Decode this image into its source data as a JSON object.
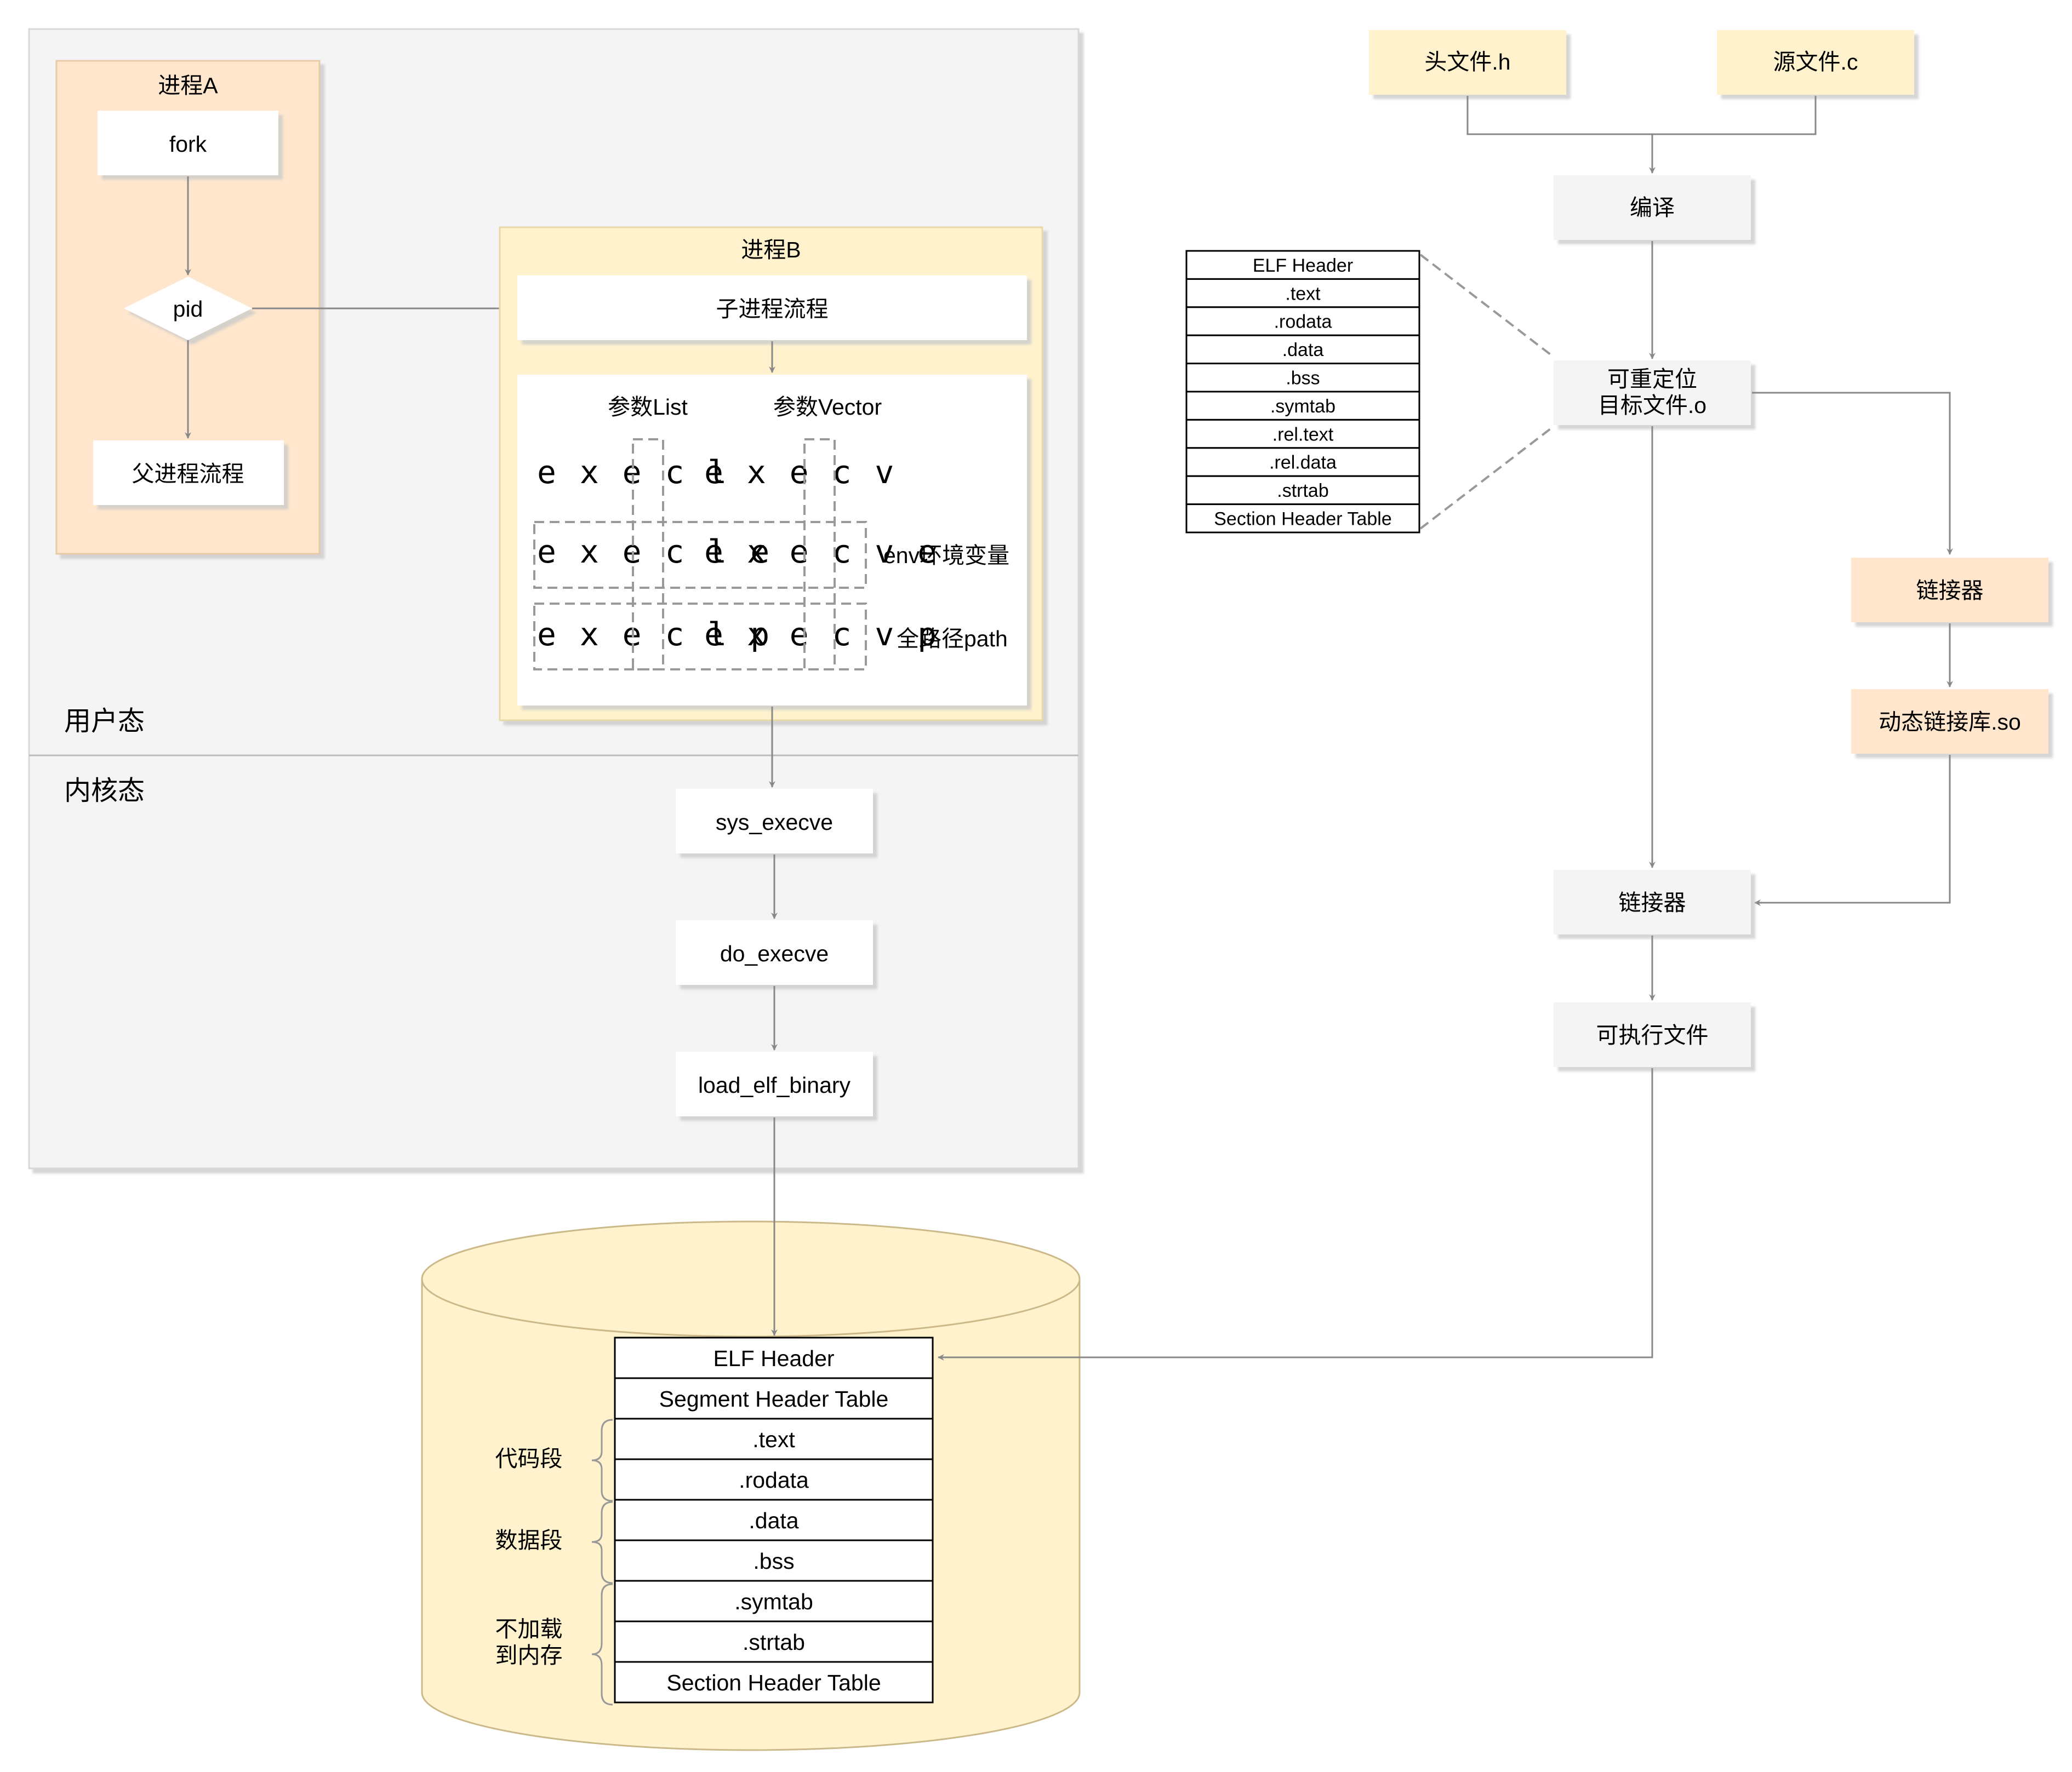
{
  "process_a": {
    "title": "进程A",
    "fork": "fork",
    "pid": "pid",
    "parent_flow": "父进程流程"
  },
  "process_b": {
    "title": "进程B",
    "child_flow": "子进程流程",
    "param_list": "参数List",
    "param_vector": "参数Vector",
    "exec_funcs": {
      "execl": "e x e c l",
      "execv": "e x e c v",
      "execle": "e x e c l e",
      "execve": "e x e c v e",
      "execlp": "e x e c l p",
      "execvp": "e x e c v p"
    },
    "env_label": "env环境变量",
    "path_label": "全路径path"
  },
  "zones": {
    "user": "用户态",
    "kernel": "内核态"
  },
  "kernel_calls": [
    "sys_execve",
    "do_execve",
    "load_elf_binary"
  ],
  "executable_layout": {
    "rows": [
      "ELF Header",
      "Segment Header Table",
      ".text",
      ".rodata",
      ".data",
      ".bss",
      ".symtab",
      ".strtab",
      "Section Header Table"
    ],
    "groups": [
      "代码段",
      "数据段",
      "不加载\n到内存"
    ]
  },
  "relocatable_layout": {
    "rows": [
      "ELF Header",
      ".text",
      ".rodata",
      ".data",
      ".bss",
      ".symtab",
      ".rel.text",
      ".rel.data",
      ".strtab",
      "Section Header Table"
    ]
  },
  "build_flow": {
    "header_file": "头文件.h",
    "source_file": "源文件.c",
    "compile": "编译",
    "object_file": "可重定位\n目标文件.o",
    "linker_right": "链接器",
    "shared_lib": "动态链接库.so",
    "linker_main": "链接器",
    "executable": "可执行文件"
  },
  "colors": {
    "user_kernel_bg": "#f4f4f4",
    "process_a_bg": "#ffe6cc",
    "process_b_bg": "#fff2cc",
    "disk_bg": "#fff2cc",
    "file_box_bg": "#fff2cc",
    "linker_box_bg": "#ffe6cc",
    "gray_box_bg": "#f4f4f4",
    "line": "#888888"
  }
}
